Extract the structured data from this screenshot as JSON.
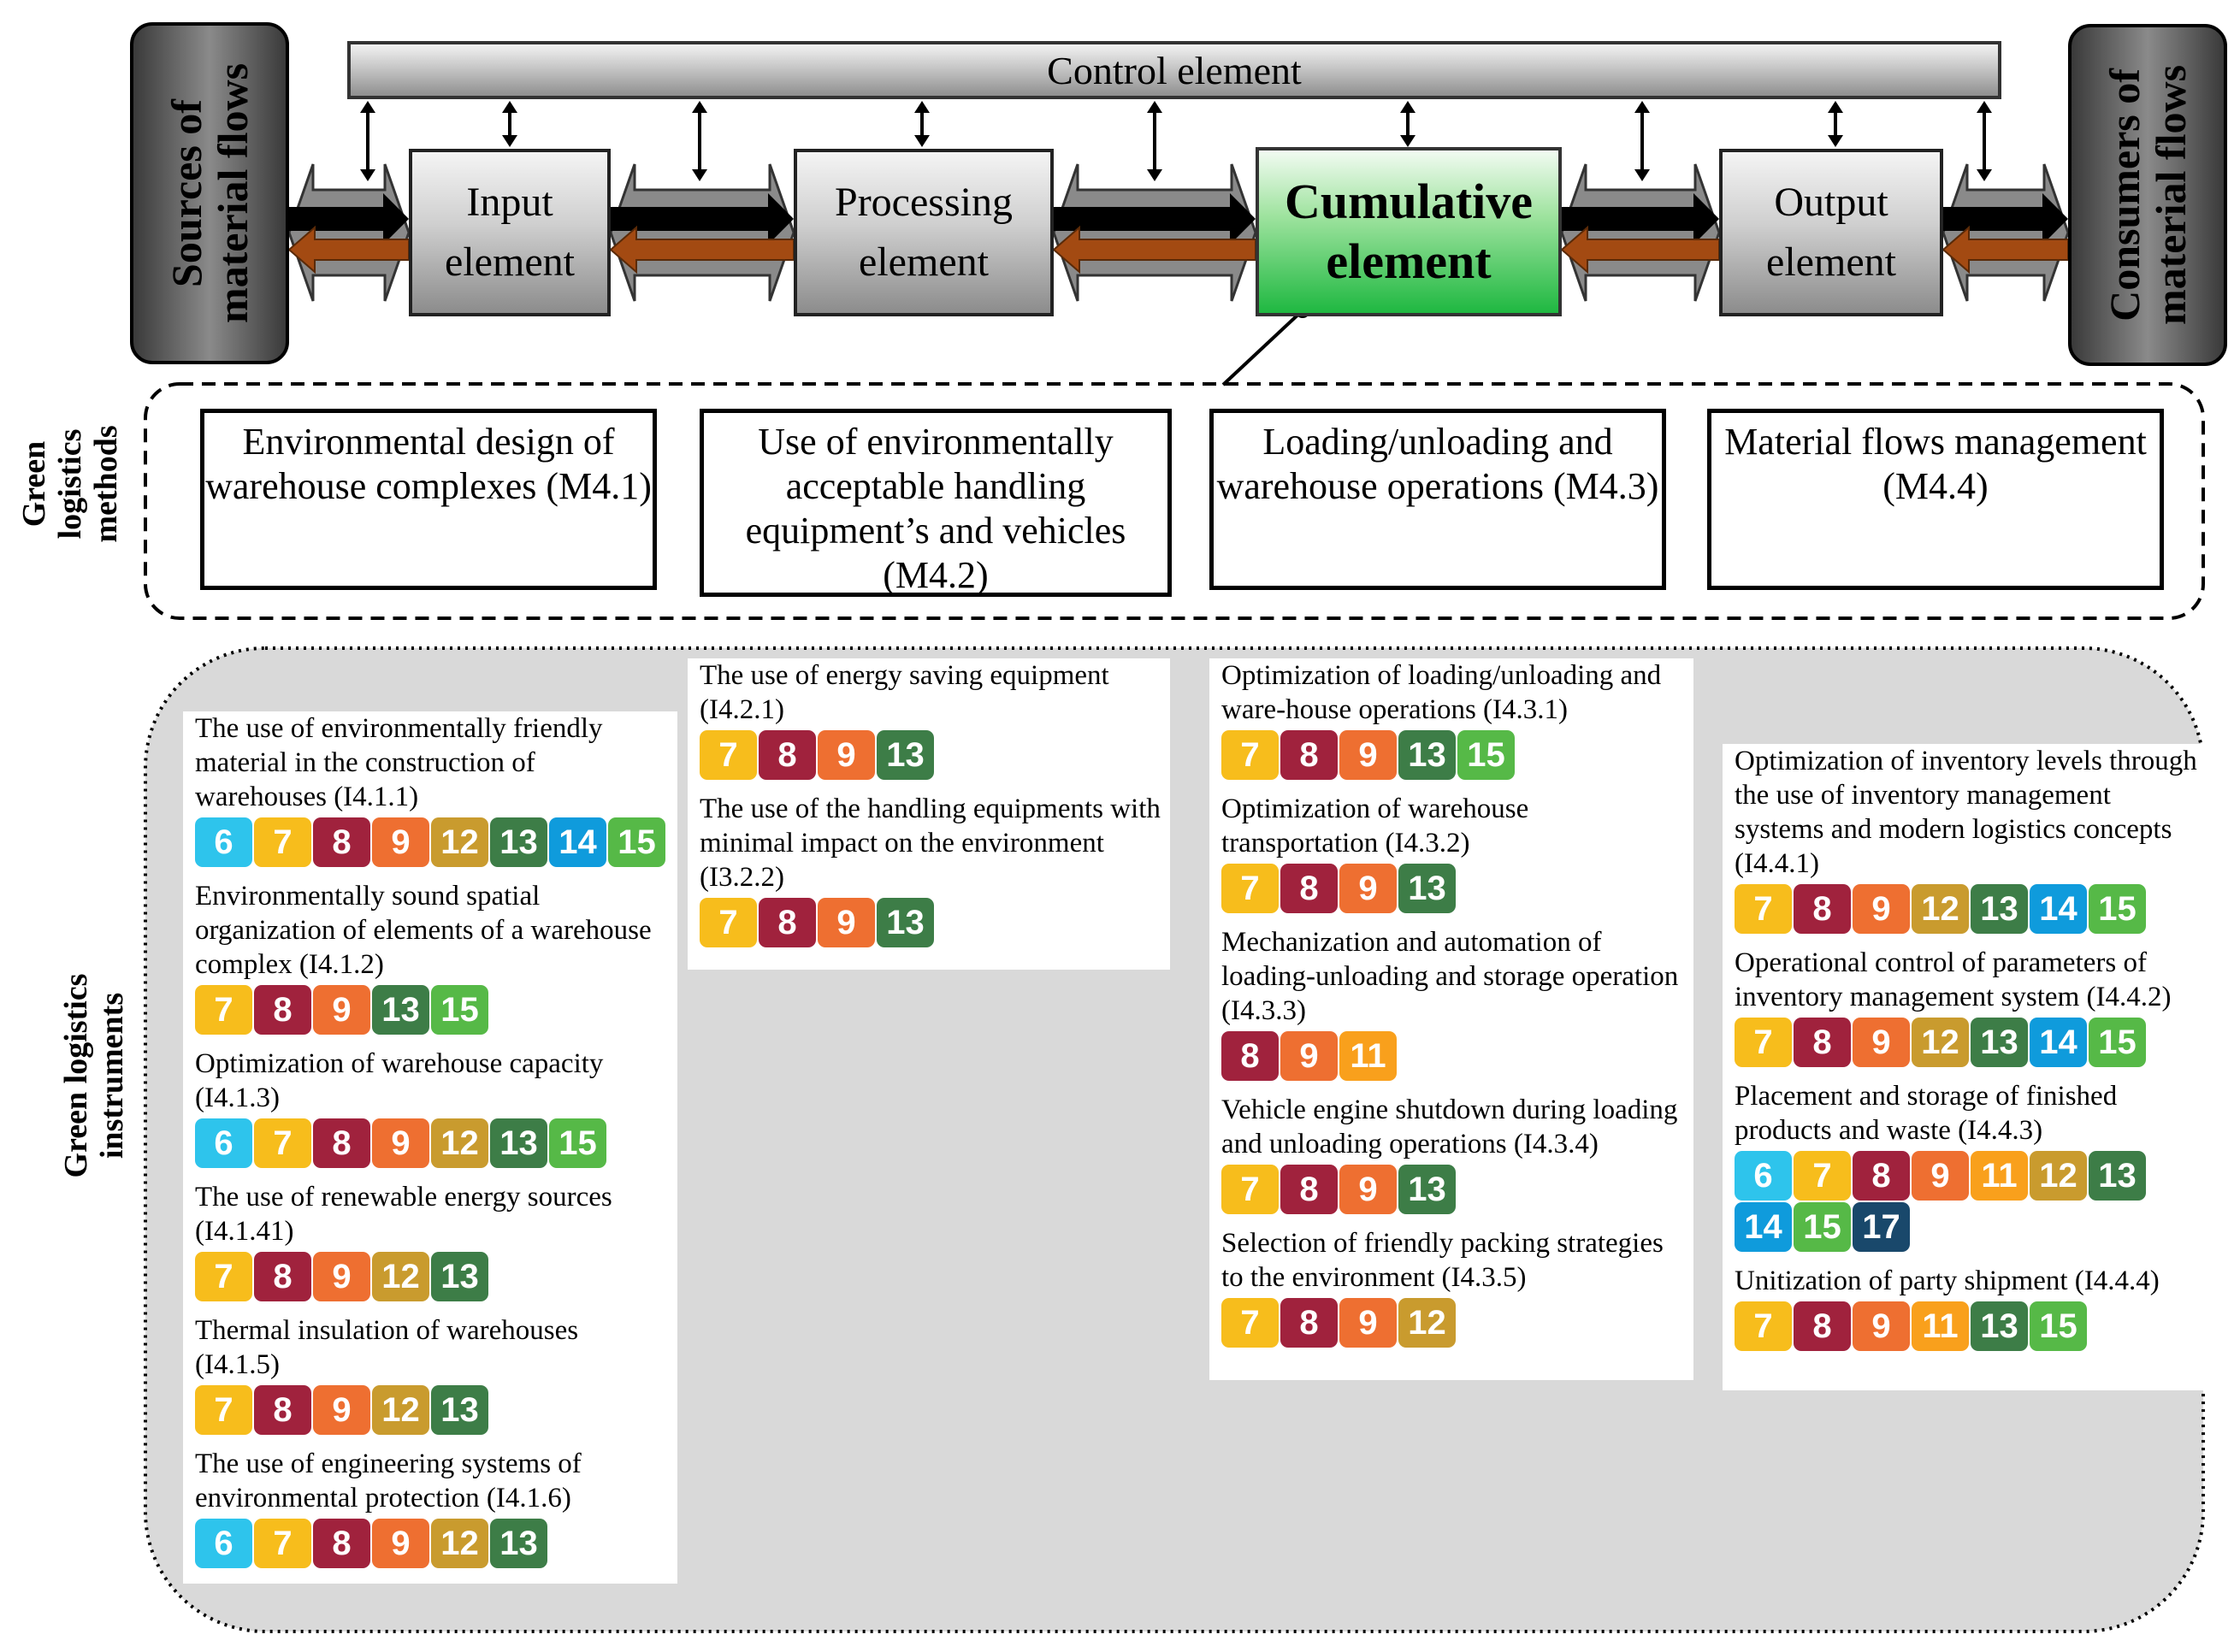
{
  "sources": "Sources of\nmaterial flows",
  "consumers": "Consumers of\nmaterial flows",
  "control_label": "Control element",
  "elements": [
    {
      "key": "input",
      "label": "Input\nelement"
    },
    {
      "key": "processing",
      "label": "Processing\nelement"
    },
    {
      "key": "cumulative",
      "label": "Cumulative\nelement"
    },
    {
      "key": "output",
      "label": "Output\nelement"
    }
  ],
  "methods_label": "Green\nlogistics\nmethods",
  "instruments_label": "Green logistics\ninstruments",
  "methods": [
    "Environmental design of warehouse complexes (M4.1)",
    "Use of environmentally acceptable handling equipment’s and vehicles (M4.2)",
    "Loading/unloading and warehouse operations (M4.3)",
    "Material flows management (M4.4)"
  ],
  "sdg_colors": {
    "6": "#2ec4ec",
    "7": "#f7bd1c",
    "8": "#a0223d",
    "9": "#ee6f31",
    "11": "#f9a01c",
    "12": "#c99b2e",
    "13": "#3d7d47",
    "14": "#0f9bdc",
    "15": "#56b947",
    "17": "#19486b"
  },
  "instrument_columns": [
    {
      "items": [
        {
          "text": "The use of environmentally friendly material in the construction of warehouses (I4.1.1)",
          "goals": [
            6,
            7,
            8,
            9,
            12,
            13,
            14,
            15
          ]
        },
        {
          "text": "Environmentally sound spatial organization of elements of a warehouse complex (I4.1.2)",
          "goals": [
            7,
            8,
            9,
            13,
            15
          ]
        },
        {
          "text": "Optimization of warehouse capacity (I4.1.3)",
          "goals": [
            6,
            7,
            8,
            9,
            12,
            13,
            15
          ]
        },
        {
          "text": "The use of renewable energy sources (I4.1.41)",
          "goals": [
            7,
            8,
            9,
            12,
            13
          ]
        },
        {
          "text": "Thermal insulation of warehouses (I4.1.5)",
          "goals": [
            7,
            8,
            9,
            12,
            13
          ]
        },
        {
          "text": "The use of engineering systems of environmental protection (I4.1.6)",
          "goals": [
            6,
            7,
            8,
            9,
            12,
            13
          ]
        }
      ]
    },
    {
      "items": [
        {
          "text": "The use of energy saving equipment (I4.2.1)",
          "goals": [
            7,
            8,
            9,
            13
          ]
        },
        {
          "text": "The use of the handling equipments with minimal impact on the environment (I3.2.2)",
          "goals": [
            7,
            8,
            9,
            13
          ]
        }
      ]
    },
    {
      "items": [
        {
          "text": "Optimization of loading/unloading and ware-house operations (I4.3.1)",
          "goals": [
            7,
            8,
            9,
            13,
            15
          ]
        },
        {
          "text": "Optimization of warehouse transportation (I4.3.2)",
          "goals": [
            7,
            8,
            9,
            13
          ]
        },
        {
          "text": "Mechanization and automation of loading-unloading and storage operation (I4.3.3)",
          "goals": [
            8,
            9,
            11
          ]
        },
        {
          "text": "Vehicle engine shutdown during loading and unloading operations (I4.3.4)",
          "goals": [
            7,
            8,
            9,
            13
          ]
        },
        {
          "text": "Selection of friendly packing strategies to the environment (I4.3.5)",
          "goals": [
            7,
            8,
            9,
            12
          ]
        }
      ]
    },
    {
      "items": [
        {
          "text": "Optimization of inventory levels through the use of inventory management systems and modern logistics concepts (I4.4.1)",
          "goals": [
            7,
            8,
            9,
            12,
            13,
            14,
            15
          ]
        },
        {
          "text": "Operational control of parameters of inventory management system (I4.4.2)",
          "goals": [
            7,
            8,
            9,
            12,
            13,
            14,
            15
          ]
        },
        {
          "text": "Placement and storage of finished products and waste (I4.4.3)",
          "goals": [
            6,
            7,
            8,
            9,
            11,
            12,
            13,
            14,
            15,
            17
          ]
        },
        {
          "text": "Unitization of party shipment (I4.4.4)",
          "goals": [
            7,
            8,
            9,
            11,
            13,
            15
          ]
        }
      ]
    }
  ]
}
